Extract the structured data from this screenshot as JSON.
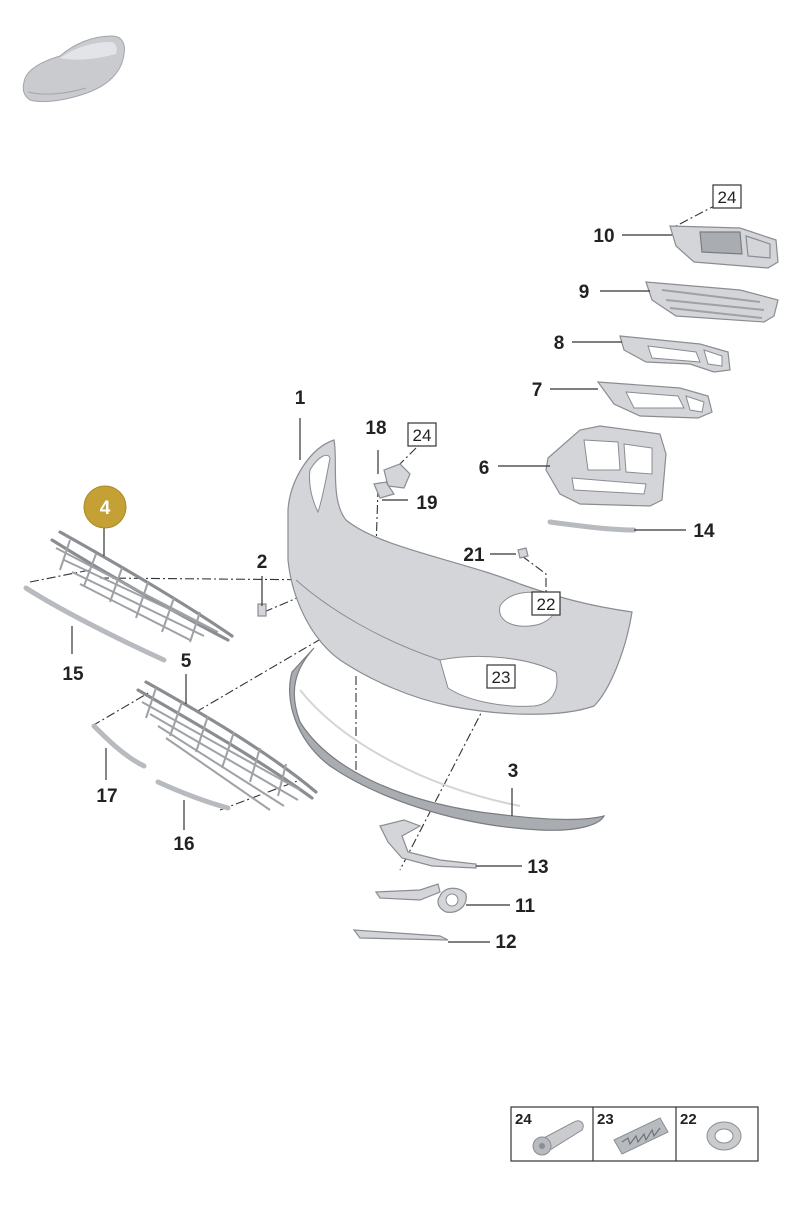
{
  "callouts": [
    {
      "id": "p1",
      "text": "1"
    },
    {
      "id": "p2",
      "text": "2"
    },
    {
      "id": "p3",
      "text": "3"
    },
    {
      "id": "p4",
      "text": "4"
    },
    {
      "id": "p5",
      "text": "5"
    },
    {
      "id": "p6",
      "text": "6"
    },
    {
      "id": "p7",
      "text": "7"
    },
    {
      "id": "p8",
      "text": "8"
    },
    {
      "id": "p9",
      "text": "9"
    },
    {
      "id": "p10",
      "text": "10"
    },
    {
      "id": "p11",
      "text": "11"
    },
    {
      "id": "p12",
      "text": "12"
    },
    {
      "id": "p13",
      "text": "13"
    },
    {
      "id": "p14",
      "text": "14"
    },
    {
      "id": "p15",
      "text": "15"
    },
    {
      "id": "p16",
      "text": "16"
    },
    {
      "id": "p17",
      "text": "17"
    },
    {
      "id": "p18",
      "text": "18"
    },
    {
      "id": "p19",
      "text": "19"
    },
    {
      "id": "p21",
      "text": "21"
    }
  ],
  "boxed_refs": {
    "ref24_top": "24",
    "ref24_mid": "24",
    "ref22": "22",
    "ref23": "23"
  },
  "highlight": {
    "text": "4",
    "color": "#c4a035"
  },
  "legend": [
    {
      "text": "24"
    },
    {
      "text": "23"
    },
    {
      "text": "22"
    }
  ]
}
